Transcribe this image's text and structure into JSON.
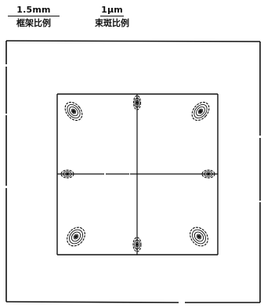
{
  "scales": {
    "frame": {
      "value": "1.5mm",
      "label": "框架比例"
    },
    "spot": {
      "value": "1μm",
      "label": "束斑比例"
    }
  },
  "colors": {
    "ink": "#111111",
    "background": "#ffffff"
  }
}
